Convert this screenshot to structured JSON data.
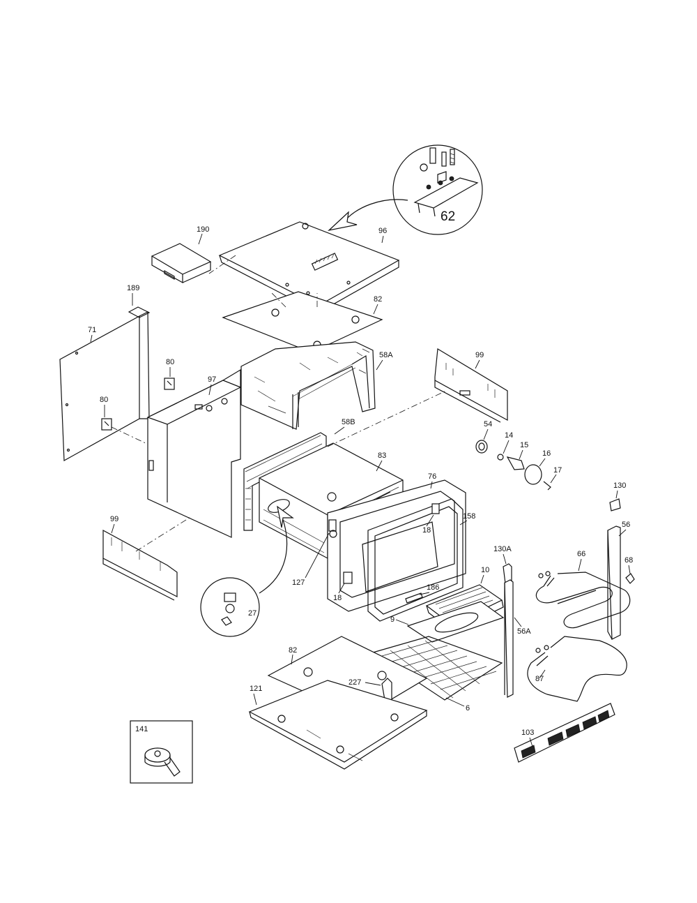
{
  "callouts": {
    "c62": "62",
    "c190": "190",
    "c96": "96",
    "c82_top": "82",
    "c189": "189",
    "c71": "71",
    "c80_a": "80",
    "c80_b": "80",
    "c97": "97",
    "c58A": "58A",
    "c99_top": "99",
    "c58B": "58B",
    "c83": "83",
    "c54": "54",
    "c14": "14",
    "c15": "15",
    "c16": "16",
    "c17": "17",
    "c76": "76",
    "c130": "130",
    "c158": "158",
    "c56": "56",
    "c99_left": "99",
    "c18_a": "18",
    "c130A": "130A",
    "c66": "66",
    "c68": "68",
    "c127": "127",
    "c18_b": "18",
    "c10": "10",
    "c186": "186",
    "c27": "27",
    "c9": "9",
    "c56A": "56A",
    "c82_bot": "82",
    "c227": "227",
    "c87": "87",
    "c121": "121",
    "c6": "6",
    "c141": "141",
    "c103": "103"
  },
  "icons": [
    "detail-circle-62",
    "detail-circle-27",
    "detail-box-141",
    "curved-arrow"
  ]
}
